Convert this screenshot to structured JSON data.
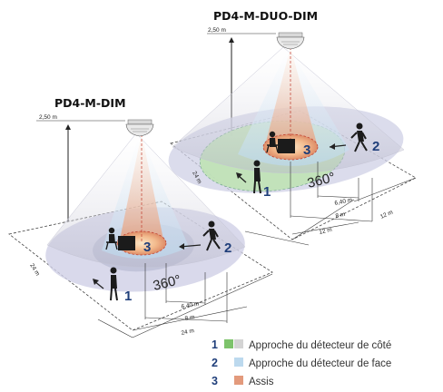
{
  "devices": [
    {
      "title": "PD4-M-DIM",
      "height_label": "2,50 m",
      "side_label": "24 m",
      "dims": [
        "6,40 m",
        "8 m",
        "24 m"
      ],
      "angle": "360°",
      "zones": [
        "1",
        "2",
        "3"
      ]
    },
    {
      "title": "PD4-M-DUO-DIM",
      "height_label": "2,50 m",
      "side_label": "24 m",
      "dims": [
        "6,40 m",
        "8 m",
        "12 m",
        "12 m"
      ],
      "angle": "360°",
      "zones": [
        "1",
        "2",
        "3"
      ]
    }
  ],
  "legend": [
    {
      "num": "1",
      "label": "Approche du détecteur de côté",
      "colors": [
        "#7dc36b",
        "#d4d4d4"
      ]
    },
    {
      "num": "2",
      "label": "Approche du détecteur de face",
      "colors": [
        "#bcd9ee"
      ]
    },
    {
      "num": "3",
      "label": "Assis",
      "colors": [
        "#e39a7c"
      ]
    }
  ]
}
